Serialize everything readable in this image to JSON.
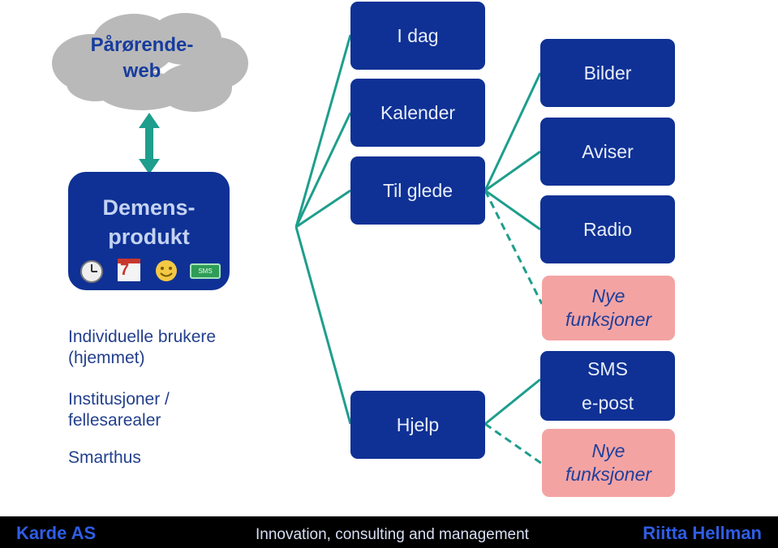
{
  "cloud": {
    "label": "Pårørende-\nweb"
  },
  "product": {
    "title": "Demens-\nprodukt",
    "icons": [
      "clock-icon",
      "calendar-icon",
      "smiley-icon",
      "sms-icon"
    ],
    "calendar_number": "7",
    "sms_label": "SMS"
  },
  "users": {
    "line1": "Individuelle brukere\n(hjemmet)",
    "line2": "Institusjoner /\nfellesarealer",
    "line3": "Smarthus"
  },
  "menu": {
    "today": "I dag",
    "calendar": "Kalender",
    "joy": "Til glede",
    "help": "Hjelp"
  },
  "joy_items": {
    "pictures": "Bilder",
    "newspapers": "Aviser",
    "radio": "Radio",
    "new": "Nye\nfunksjoner"
  },
  "help_items": {
    "sms": "SMS",
    "email": "e-post",
    "new": "Nye\nfunksjoner"
  },
  "footer": {
    "company": "Karde AS",
    "tagline": "Innovation, consulting and management",
    "author": "Riitta Hellman"
  },
  "colors": {
    "box_blue": "#0f3195",
    "pink": "#f4a3a3",
    "teal": "#1e9e8c",
    "cloud_gray": "#b9b9b9",
    "footer_blue": "#2f5de6"
  }
}
